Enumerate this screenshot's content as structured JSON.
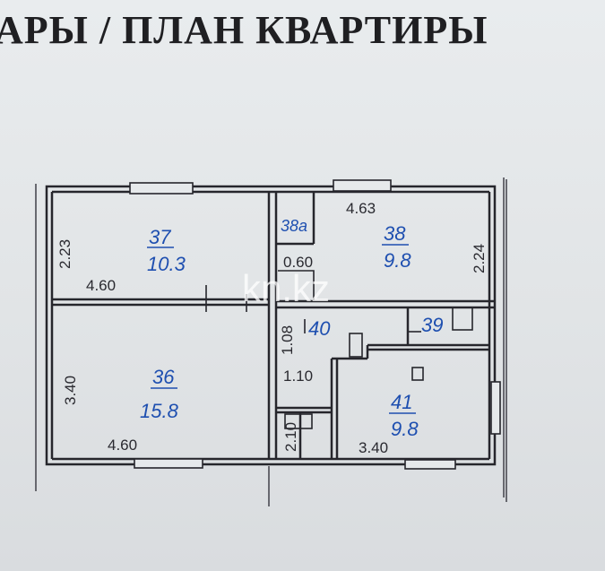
{
  "header": {
    "title": "АРЫ /   ПЛАН КВАРТИРЫ"
  },
  "rooms": {
    "r37": {
      "num": "37",
      "area": "10.3"
    },
    "r38": {
      "num": "38",
      "area": "9.8"
    },
    "r38a": {
      "num": "38а"
    },
    "r36": {
      "num": "36",
      "area": "15.8"
    },
    "r40": {
      "num": "40"
    },
    "r39": {
      "num": "39"
    },
    "r41": {
      "num": "41",
      "area": "9.8"
    }
  },
  "dimensions": {
    "d_2_23": "2.23",
    "d_4_60_top": "4.60",
    "d_4_63": "4.63",
    "d_2_24": "2.24",
    "d_0_60": "0.60",
    "d_3_40_left": "3.40",
    "d_4_60_bottom": "4.60",
    "d_1_08": "1.08",
    "d_1_10": "1.10",
    "d_2_10": "2.10",
    "d_3_40_bottom": "3.40"
  },
  "watermark": "kn.kz"
}
